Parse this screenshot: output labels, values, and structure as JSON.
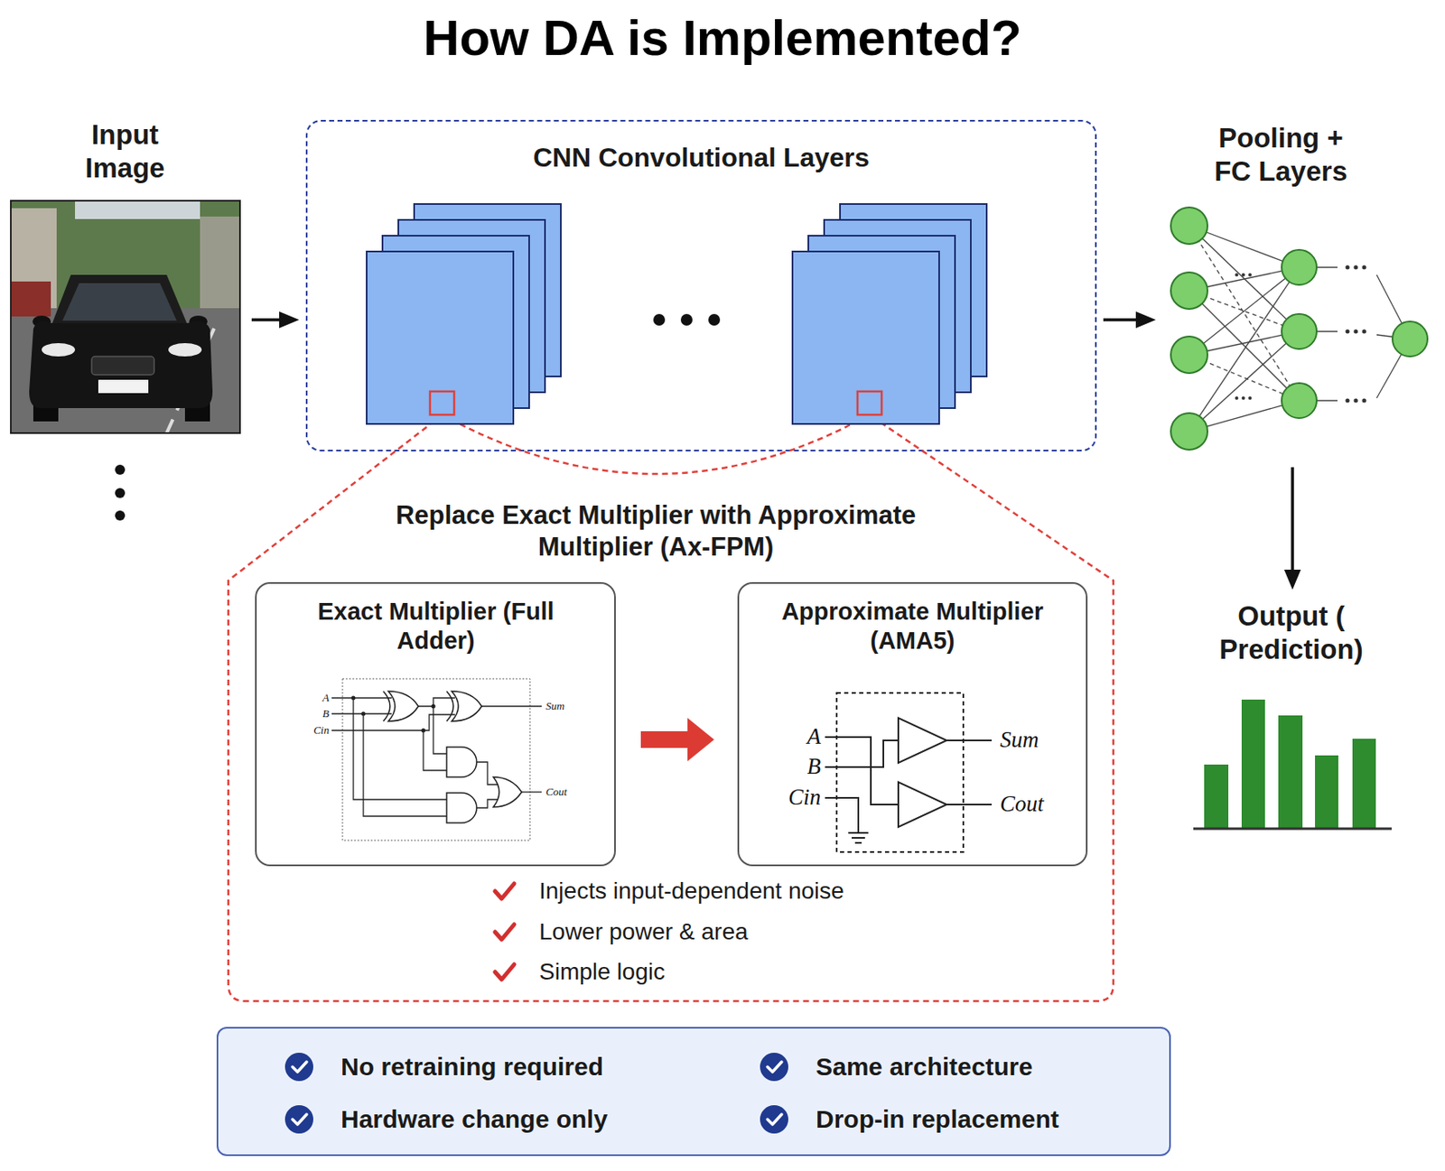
{
  "diagram": {
    "title": "How DA is Implemented?",
    "nodes": [
      {
        "text": [
          "Input Image"
        ]
      },
      {
        "text": [
          "CNN Convolutional Layers"
        ]
      },
      {
        "text": [
          "Pooling + FC Layers"
        ]
      },
      {
        "text": [
          "Output ( Prediction)"
        ]
      },
      {
        "text": [
          "Replace Exact Multiplier with Approximate Multiplier (Ax-FPM)",
          "Injects input-dependent noise",
          "Lower power & area",
          "Simple logic"
        ]
      },
      {
        "text": [
          "Exact Multiplier (Full Adder)"
        ],
        "in": 4
      },
      {
        "text": [
          "Approximate Multiplier (AMA5)"
        ],
        "in": 4
      },
      {
        "text": [
          "No retraining required",
          "Same architecture",
          "Hardware change only",
          "Drop-in replacement"
        ]
      }
    ],
    "edges": [
      {
        "from": 0,
        "to": 1,
        "arrow": "to"
      },
      {
        "from": 1,
        "to": 2,
        "arrow": "to"
      },
      {
        "from": 2,
        "to": 3,
        "arrow": "to"
      },
      {
        "from": 5,
        "to": 6,
        "arrow": "to"
      }
    ],
    "labels": [
      "A",
      "B",
      "Cin",
      "Sum",
      "Cout",
      "A",
      "B",
      "Cin",
      "Sum",
      "Cout"
    ]
  }
}
